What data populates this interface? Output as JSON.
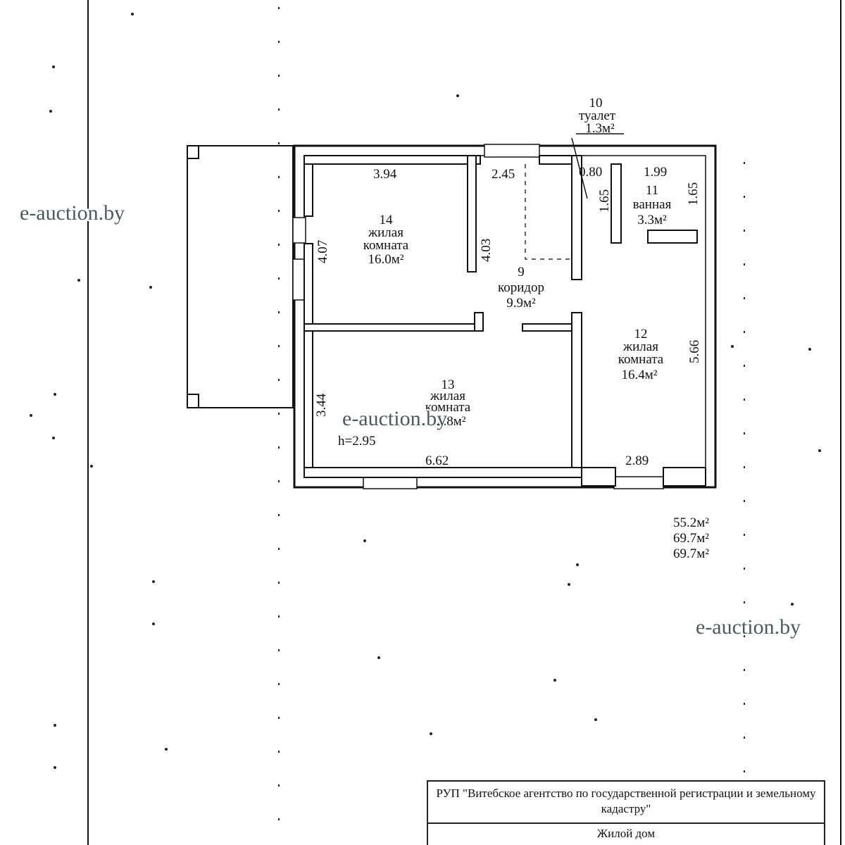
{
  "rooms": {
    "r14": {
      "num": "14",
      "line1": "жилая",
      "line2": "комната",
      "area": "16.0м²"
    },
    "r9": {
      "num": "9",
      "name": "коридор",
      "area": "9.9м²"
    },
    "r10": {
      "num": "10",
      "name": "туалет",
      "area": "1.3м²"
    },
    "r11": {
      "num": "11",
      "name": "ванная",
      "area": "3.3м²"
    },
    "r12": {
      "num": "12",
      "line1": "жилая",
      "line2": "комната",
      "area": "16.4м²"
    },
    "r13": {
      "num": "13",
      "line1": "жилая",
      "line2": "комната",
      "area": "22.8м²"
    }
  },
  "dimensions": {
    "d394": "3.94",
    "d245": "2.45",
    "d080": "0.80",
    "d199": "1.99",
    "d165a": "1.65",
    "d165b": "1.65",
    "d407": "4.07",
    "d403": "4.03",
    "d566": "5.66",
    "d344": "3.44",
    "d662": "6.62",
    "d289": "2.89",
    "height": "h=2.95"
  },
  "totals": [
    "55.2м²",
    "69.7м²",
    "69.7м²"
  ],
  "watermark": "e-auction.by",
  "stamp": {
    "organization": "РУП \"Витебское агентство по государственной регистрации и земельному кадастру\"",
    "object": "Жилой дом"
  }
}
